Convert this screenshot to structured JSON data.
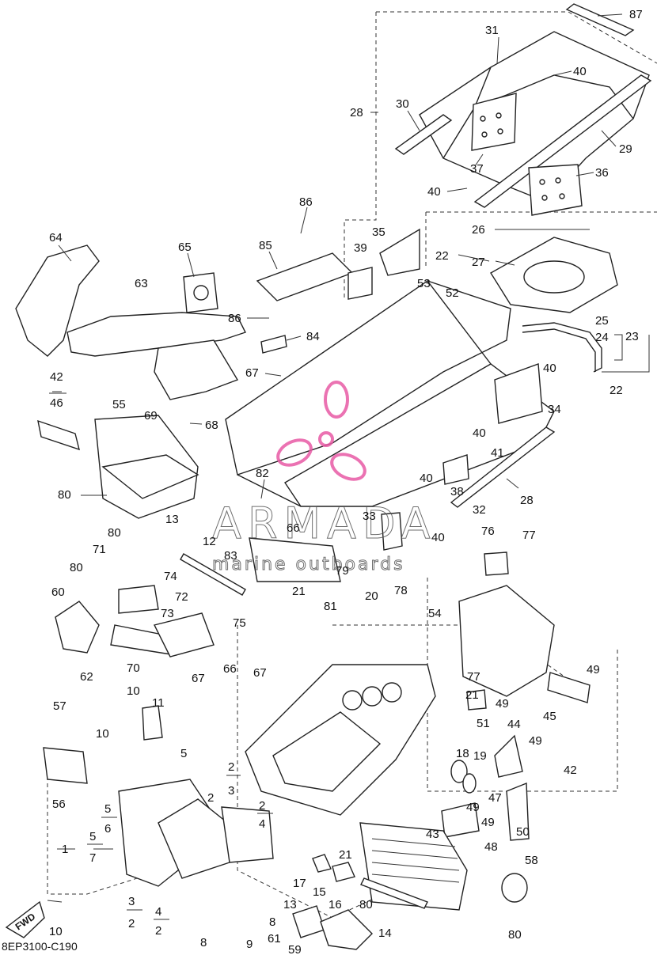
{
  "diagram_code": "8EP3100-C190",
  "fwd_label": "FWD",
  "watermark": {
    "brand": "ARMADA",
    "tagline": "marine outboards",
    "color": "#e85aa5"
  },
  "callouts": [
    {
      "id": "87",
      "t": "87"
    },
    {
      "id": "31",
      "t": "31"
    },
    {
      "id": "40a",
      "t": "40"
    },
    {
      "id": "28a",
      "t": "28"
    },
    {
      "id": "30",
      "t": "30"
    },
    {
      "id": "29",
      "t": "29"
    },
    {
      "id": "37",
      "t": "37"
    },
    {
      "id": "36",
      "t": "36"
    },
    {
      "id": "40b",
      "t": "40"
    },
    {
      "id": "86a",
      "t": "86"
    },
    {
      "id": "26",
      "t": "26"
    },
    {
      "id": "64",
      "t": "64"
    },
    {
      "id": "65",
      "t": "65"
    },
    {
      "id": "85",
      "t": "85"
    },
    {
      "id": "35",
      "t": "35"
    },
    {
      "id": "39",
      "t": "39"
    },
    {
      "id": "22a",
      "t": "22"
    },
    {
      "id": "27",
      "t": "27"
    },
    {
      "id": "53",
      "t": "53"
    },
    {
      "id": "52",
      "t": "52"
    },
    {
      "id": "63",
      "t": "63"
    },
    {
      "id": "86b",
      "t": "86"
    },
    {
      "id": "84",
      "t": "84"
    },
    {
      "id": "25",
      "t": "25"
    },
    {
      "id": "24",
      "t": "24"
    },
    {
      "id": "23",
      "t": "23"
    },
    {
      "id": "67a",
      "t": "67"
    },
    {
      "id": "40c",
      "t": "40"
    },
    {
      "id": "42a",
      "t": "42"
    },
    {
      "id": "46",
      "t": "46"
    },
    {
      "id": "69",
      "t": "69"
    },
    {
      "id": "68",
      "t": "68"
    },
    {
      "id": "22b",
      "t": "22"
    },
    {
      "id": "55",
      "t": "55"
    },
    {
      "id": "34",
      "t": "34"
    },
    {
      "id": "40d",
      "t": "40"
    },
    {
      "id": "41",
      "t": "41"
    },
    {
      "id": "80a",
      "t": "80"
    },
    {
      "id": "82",
      "t": "82"
    },
    {
      "id": "40e",
      "t": "40"
    },
    {
      "id": "38",
      "t": "38"
    },
    {
      "id": "28b",
      "t": "28"
    },
    {
      "id": "32",
      "t": "32"
    },
    {
      "id": "13a",
      "t": "13"
    },
    {
      "id": "80b",
      "t": "80"
    },
    {
      "id": "12",
      "t": "12"
    },
    {
      "id": "83",
      "t": "83"
    },
    {
      "id": "66a",
      "t": "66"
    },
    {
      "id": "33",
      "t": "33"
    },
    {
      "id": "40f",
      "t": "40"
    },
    {
      "id": "76",
      "t": "76"
    },
    {
      "id": "77a",
      "t": "77"
    },
    {
      "id": "71",
      "t": "71"
    },
    {
      "id": "74",
      "t": "74"
    },
    {
      "id": "79",
      "t": "79"
    },
    {
      "id": "80c",
      "t": "80"
    },
    {
      "id": "81",
      "t": "81"
    },
    {
      "id": "21a",
      "t": "21"
    },
    {
      "id": "20",
      "t": "20"
    },
    {
      "id": "78",
      "t": "78"
    },
    {
      "id": "60",
      "t": "60"
    },
    {
      "id": "72",
      "t": "72"
    },
    {
      "id": "73",
      "t": "73"
    },
    {
      "id": "54",
      "t": "54"
    },
    {
      "id": "75",
      "t": "75"
    },
    {
      "id": "62",
      "t": "62"
    },
    {
      "id": "70",
      "t": "70"
    },
    {
      "id": "66b",
      "t": "66"
    },
    {
      "id": "67b",
      "t": "67"
    },
    {
      "id": "67c",
      "t": "67"
    },
    {
      "id": "49a",
      "t": "49"
    },
    {
      "id": "77b",
      "t": "77"
    },
    {
      "id": "21b",
      "t": "21"
    },
    {
      "id": "49b",
      "t": "49"
    },
    {
      "id": "45",
      "t": "45"
    },
    {
      "id": "57",
      "t": "57"
    },
    {
      "id": "10a",
      "t": "10"
    },
    {
      "id": "11",
      "t": "11"
    },
    {
      "id": "51",
      "t": "51"
    },
    {
      "id": "44",
      "t": "44"
    },
    {
      "id": "10b",
      "t": "10"
    },
    {
      "id": "49c",
      "t": "49"
    },
    {
      "id": "5a",
      "t": "5"
    },
    {
      "id": "18",
      "t": "18"
    },
    {
      "id": "19",
      "t": "19"
    },
    {
      "id": "42b",
      "t": "42"
    },
    {
      "id": "56",
      "t": "56"
    },
    {
      "id": "2a",
      "t": "2"
    },
    {
      "id": "3a",
      "t": "3"
    },
    {
      "id": "47",
      "t": "47"
    },
    {
      "id": "2b",
      "t": "2"
    },
    {
      "id": "5b",
      "t": "5"
    },
    {
      "id": "6",
      "t": "6"
    },
    {
      "id": "49d",
      "t": "49"
    },
    {
      "id": "2c",
      "t": "2"
    },
    {
      "id": "4a",
      "t": "4"
    },
    {
      "id": "50",
      "t": "50"
    },
    {
      "id": "43",
      "t": "43"
    },
    {
      "id": "5c",
      "t": "5"
    },
    {
      "id": "1",
      "t": "1"
    },
    {
      "id": "7",
      "t": "7"
    },
    {
      "id": "49e",
      "t": "49"
    },
    {
      "id": "48",
      "t": "48"
    },
    {
      "id": "21c",
      "t": "21"
    },
    {
      "id": "58",
      "t": "58"
    },
    {
      "id": "17",
      "t": "17"
    },
    {
      "id": "15",
      "t": "15"
    },
    {
      "id": "3b",
      "t": "3"
    },
    {
      "id": "2d",
      "t": "2"
    },
    {
      "id": "4b",
      "t": "4"
    },
    {
      "id": "2e",
      "t": "2"
    },
    {
      "id": "13b",
      "t": "13"
    },
    {
      "id": "16",
      "t": "16"
    },
    {
      "id": "80d",
      "t": "80"
    },
    {
      "id": "10c",
      "t": "10"
    },
    {
      "id": "8a",
      "t": "8"
    },
    {
      "id": "9",
      "t": "9"
    },
    {
      "id": "61",
      "t": "61"
    },
    {
      "id": "14",
      "t": "14"
    },
    {
      "id": "80e",
      "t": "80"
    },
    {
      "id": "59",
      "t": "59"
    },
    {
      "id": "8b",
      "t": "8"
    }
  ]
}
